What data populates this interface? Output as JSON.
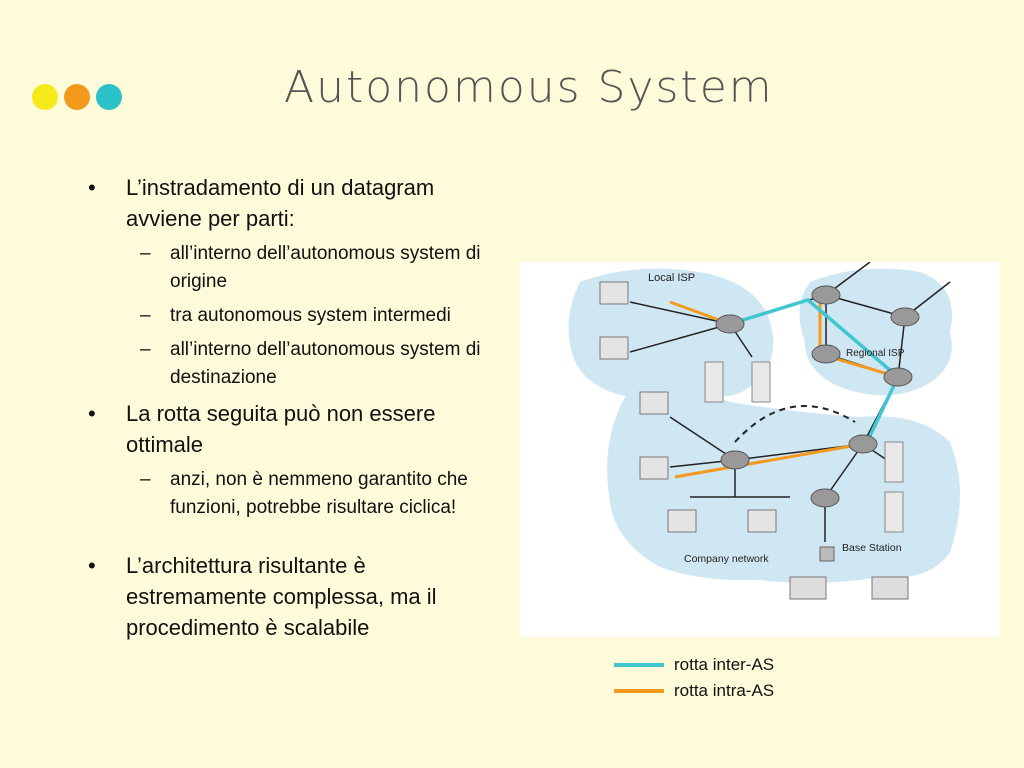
{
  "slide": {
    "title": "Autonomous System",
    "dot_colors": [
      "#f7ea1b",
      "#f39a1e",
      "#2bc3c9"
    ]
  },
  "bullets": [
    {
      "text": "L’instradamento di un datagram avviene per parti:",
      "sub": [
        "all’interno dell’autonomous system di origine",
        "tra autonomous system intermedi",
        "all’interno dell’autonomous system di destinazione"
      ]
    },
    {
      "text": "La rotta seguita può non essere ottimale",
      "sub": [
        "anzi, non è nemmeno garantito che funzioni, potrebbe risultare ciclica!"
      ]
    },
    {
      "text": "L’architettura risultante è estremamente complessa, ma il procedimento è scalabile",
      "sub": []
    }
  ],
  "diagram": {
    "labels": {
      "local_isp": "Local ISP",
      "regional_isp": "Regional ISP",
      "company_network": "Company network",
      "base_station": "Base Station"
    }
  },
  "legend": {
    "inter_as": {
      "label": "rotta inter-AS",
      "color": "#3fc6cf"
    },
    "intra_as": {
      "label": "rotta intra-AS",
      "color": "#f39a1e"
    }
  }
}
